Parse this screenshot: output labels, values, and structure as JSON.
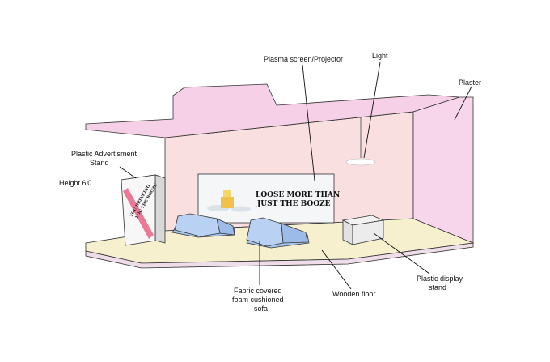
{
  "labels": {
    "plasma": "Plasma screen/Projector",
    "light": "Light",
    "plaster": "Plaster",
    "stand_line1": "Plastic Advertisment",
    "stand_line2": "Stand",
    "height": "Height 6'0",
    "sofa_line1": "Fabric covered",
    "sofa_line2": "foam cushioned",
    "sofa_line3": "sofa",
    "floor": "Wooden floor",
    "display_line1": "Plastic display",
    "display_line2": "stand"
  },
  "screen": {
    "line1": "LOOSE MORE THAN",
    "line2": "JUST THE BOOZE"
  },
  "stand_sign": {
    "line1": "YOU DRINKING",
    "line2": "YOU THE BOOZE"
  },
  "colors": {
    "wall_back": "#f9dfe0",
    "wall_side": "#f7d6ec",
    "ceiling": "#f6d2e6",
    "floor": "#f6f0cf",
    "sofa": "#b9d2f3",
    "stand_stripe": "#e96a8a"
  }
}
